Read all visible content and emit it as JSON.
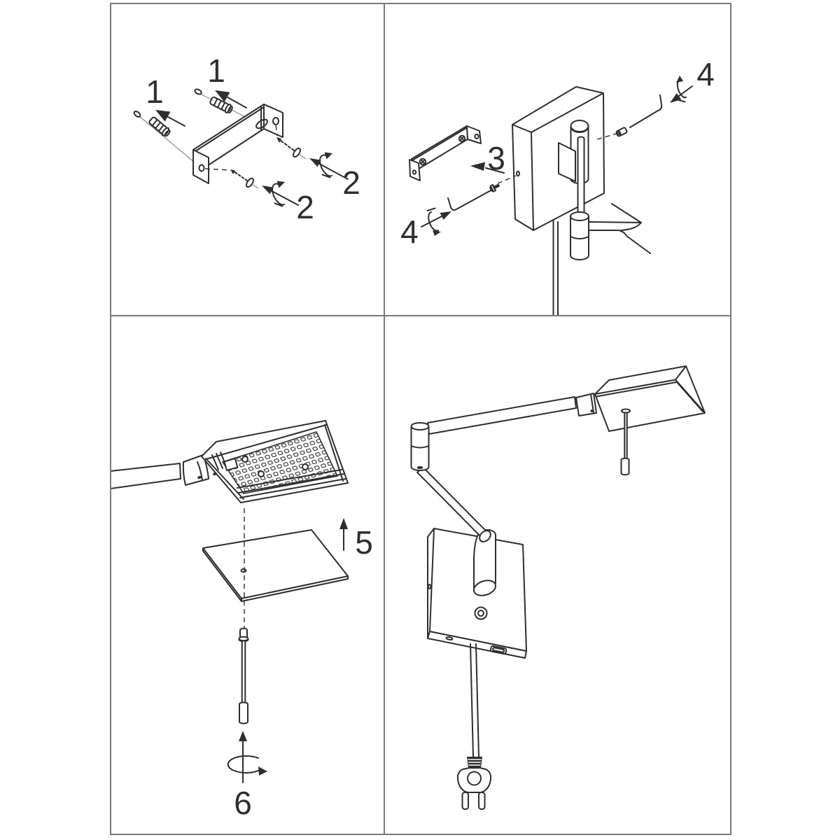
{
  "meta": {
    "title": "Wall reading lamp assembly instructions",
    "kind": "black-and-white line diagram",
    "layout": "2x2 numbered step panels"
  },
  "colors": {
    "background": "#ffffff",
    "line": "#2e2e2e",
    "frame_border": "#7a7a7a",
    "leader_line": "#8c8c8c"
  },
  "panels": {
    "top_left": {
      "name": "insert wall plugs and fasten mounting bracket with screws",
      "parts": [
        "wall-plug",
        "wall-plug",
        "mounting-bracket",
        "screw",
        "screw"
      ],
      "steps": [
        {
          "id": "wall-plug-upper",
          "label": "1"
        },
        {
          "id": "wall-plug-lower",
          "label": "1"
        },
        {
          "id": "screw-upper",
          "label": "2"
        },
        {
          "id": "screw-lower",
          "label": "2"
        }
      ]
    },
    "top_right": {
      "name": "hang backplate on bracket and lock grub screws with hex key",
      "parts": [
        "mounting-bracket",
        "wall-backplate",
        "pivot-cylinder",
        "grub-screw",
        "hex-key",
        "hex-key",
        "power-cord"
      ],
      "steps": [
        {
          "id": "bracket-on-wall",
          "label": "3"
        },
        {
          "id": "hex-key-lower-left",
          "label": "4"
        },
        {
          "id": "hex-key-upper-right",
          "label": "4"
        }
      ]
    },
    "bottom_left": {
      "name": "clip diffuser plate onto LED head and screw in dimmer rod",
      "parts": [
        "lamp-arm",
        "led-head",
        "diffuser-plate",
        "dimmer-rod"
      ],
      "steps": [
        {
          "id": "diffuser-plate",
          "label": "5"
        },
        {
          "id": "dimmer-rod",
          "label": "6"
        }
      ]
    },
    "bottom_right": {
      "name": "assembled swing-arm wall lamp with switch box and mains plug",
      "parts": [
        "wall-box",
        "switch-button",
        "swing-arm",
        "elbow-joint",
        "lamp-head",
        "dimmer-rod",
        "power-cord",
        "euro-plug"
      ],
      "steps": []
    }
  }
}
